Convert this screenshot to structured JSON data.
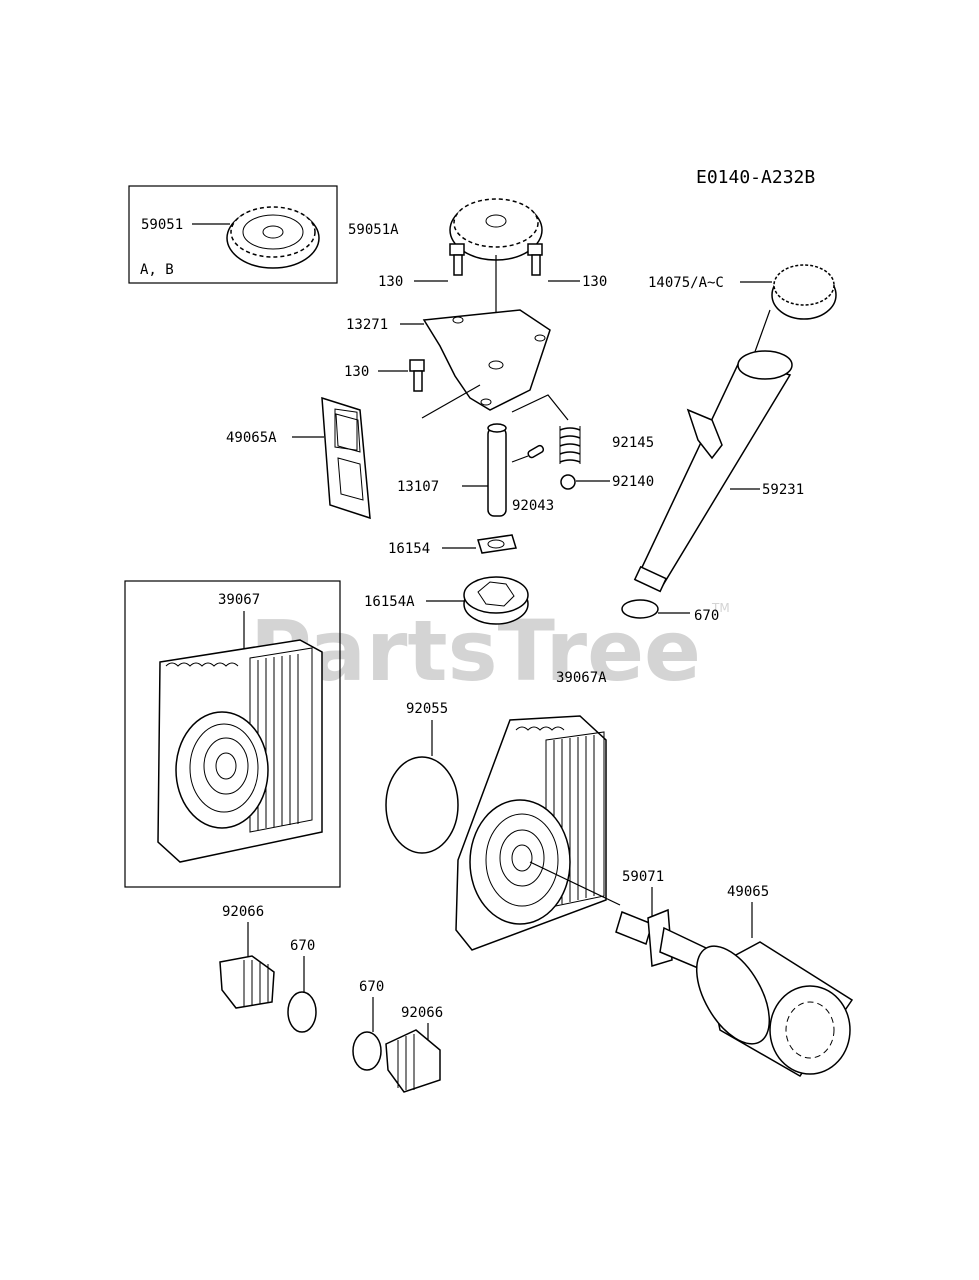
{
  "diagram_code": "E0140-A232B",
  "watermark": "PartsTree",
  "watermark_tm": "TM",
  "labels": {
    "p59051": "59051",
    "ab": "A, B",
    "p59051A": "59051A",
    "p130_left": "130",
    "p130_right": "130",
    "p130_mid": "130",
    "p13271": "13271",
    "p14075": "14075/A~C",
    "p49065A": "49065A",
    "p92145": "92145",
    "p13107": "13107",
    "p92043": "92043",
    "p92140": "92140",
    "p59231": "59231",
    "p16154": "16154",
    "p16154A": "16154A",
    "p670_top": "670",
    "p39067": "39067",
    "p39067A": "39067A",
    "p92055": "92055",
    "p59071": "59071",
    "p49065": "49065",
    "p92066_left": "92066",
    "p670_left": "670",
    "p670_mid": "670",
    "p92066_mid": "92066"
  }
}
